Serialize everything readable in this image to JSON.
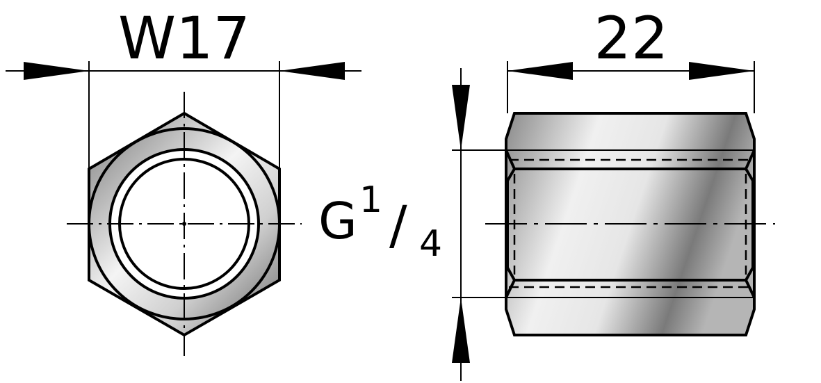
{
  "drawing": {
    "width_across_flats_label": "W17",
    "length_label": "22",
    "thread_label": {
      "main": "G",
      "numerator": "1",
      "slash": "/",
      "denominator": "4"
    }
  },
  "colors": {
    "line": "#000000",
    "metal_light": "#f2f2f2",
    "metal_dark": "#8a8a8a"
  }
}
